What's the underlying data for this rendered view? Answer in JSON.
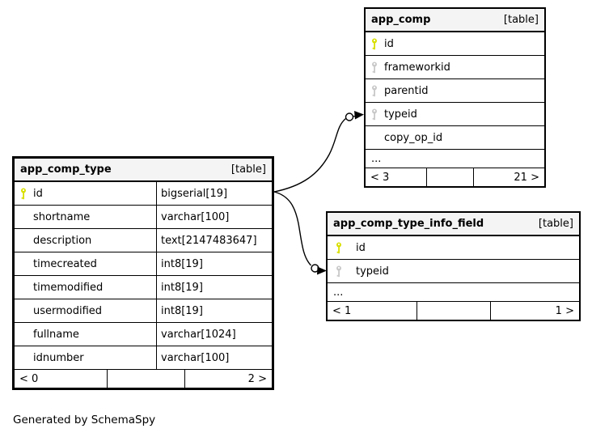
{
  "colors": {
    "primary_key": "#d9e000",
    "foreign_key": "#c9c9c9",
    "header_bg": "#f4f4f4",
    "border": "#000000",
    "background": "#ffffff"
  },
  "footer_note": "Generated by SchemaSpy",
  "tables": {
    "app_comp": {
      "title": "app_comp",
      "badge": "[table]",
      "columns": [
        {
          "name": "id",
          "key": "primary"
        },
        {
          "name": "frameworkid",
          "key": "foreign"
        },
        {
          "name": "parentid",
          "key": "foreign"
        },
        {
          "name": "typeid",
          "key": "foreign"
        },
        {
          "name": "copy_op_id",
          "key": "none"
        }
      ],
      "ellipsis": "...",
      "footer": {
        "left": "< 3",
        "right": "21 >"
      }
    },
    "app_comp_type": {
      "title": "app_comp_type",
      "badge": "[table]",
      "columns": [
        {
          "name": "id",
          "type": "bigserial[19]",
          "key": "primary"
        },
        {
          "name": "shortname",
          "type": "varchar[100]",
          "key": "none"
        },
        {
          "name": "description",
          "type": "text[2147483647]",
          "key": "none"
        },
        {
          "name": "timecreated",
          "type": "int8[19]",
          "key": "none"
        },
        {
          "name": "timemodified",
          "type": "int8[19]",
          "key": "none"
        },
        {
          "name": "usermodified",
          "type": "int8[19]",
          "key": "none"
        },
        {
          "name": "fullname",
          "type": "varchar[1024]",
          "key": "none"
        },
        {
          "name": "idnumber",
          "type": "varchar[100]",
          "key": "none"
        }
      ],
      "footer": {
        "left": "< 0",
        "right": "2 >"
      }
    },
    "app_comp_type_info_field": {
      "title": "app_comp_type_info_field",
      "badge": "[table]",
      "columns": [
        {
          "name": "id",
          "key": "primary"
        },
        {
          "name": "typeid",
          "key": "foreign"
        }
      ],
      "ellipsis": "...",
      "footer": {
        "left": "< 1",
        "right": "1 >"
      }
    }
  },
  "relationships": [
    {
      "from": "app_comp_type.id",
      "to": "app_comp.typeid"
    },
    {
      "from": "app_comp_type.id",
      "to": "app_comp_type_info_field.typeid"
    }
  ]
}
